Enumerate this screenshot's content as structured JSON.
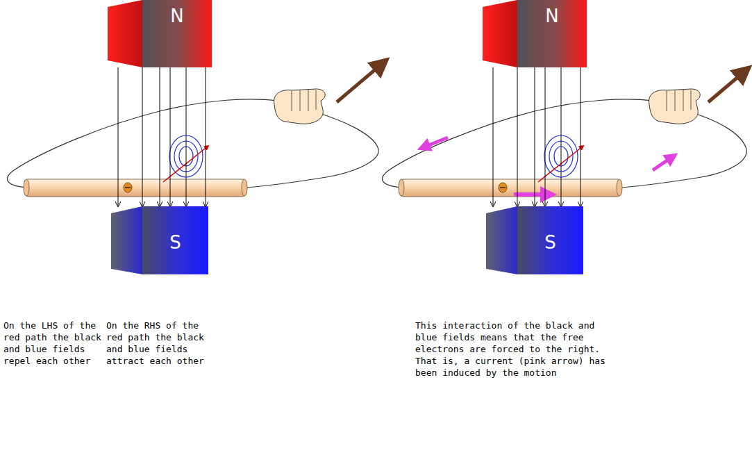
{
  "diagram": {
    "nodes": [
      {
        "text": [
          "N"
        ]
      },
      {
        "text": [
          "S"
        ]
      },
      {
        "text": [
          "N"
        ]
      },
      {
        "text": [
          "S"
        ]
      }
    ],
    "edges": [
      {
        "from": 0,
        "to": 1,
        "arrow": "to"
      },
      {
        "from": 0,
        "to": 1,
        "arrow": "to"
      },
      {
        "from": 0,
        "to": 1,
        "arrow": "to"
      },
      {
        "from": 0,
        "to": 1,
        "arrow": "to"
      },
      {
        "from": 0,
        "to": 1,
        "arrow": "to"
      },
      {
        "from": 0,
        "to": 1,
        "arrow": "to"
      },
      {
        "from": 2,
        "to": 3,
        "arrow": "to"
      },
      {
        "from": 2,
        "to": 3,
        "arrow": "to"
      },
      {
        "from": 2,
        "to": 3,
        "arrow": "to"
      },
      {
        "from": 2,
        "to": 3,
        "arrow": "to"
      },
      {
        "from": 2,
        "to": 3,
        "arrow": "to"
      },
      {
        "from": 2,
        "to": 3,
        "arrow": "to"
      }
    ],
    "labels": [
      "On the LHS of the red path the black and blue fields repel each other",
      "On the RHS of the red path the black and blue fields attract each other",
      "This interaction of the black and blue fields means that the free electrons are forced to the right.  That is, a current (pink arrow) has been induced by the motion"
    ]
  }
}
